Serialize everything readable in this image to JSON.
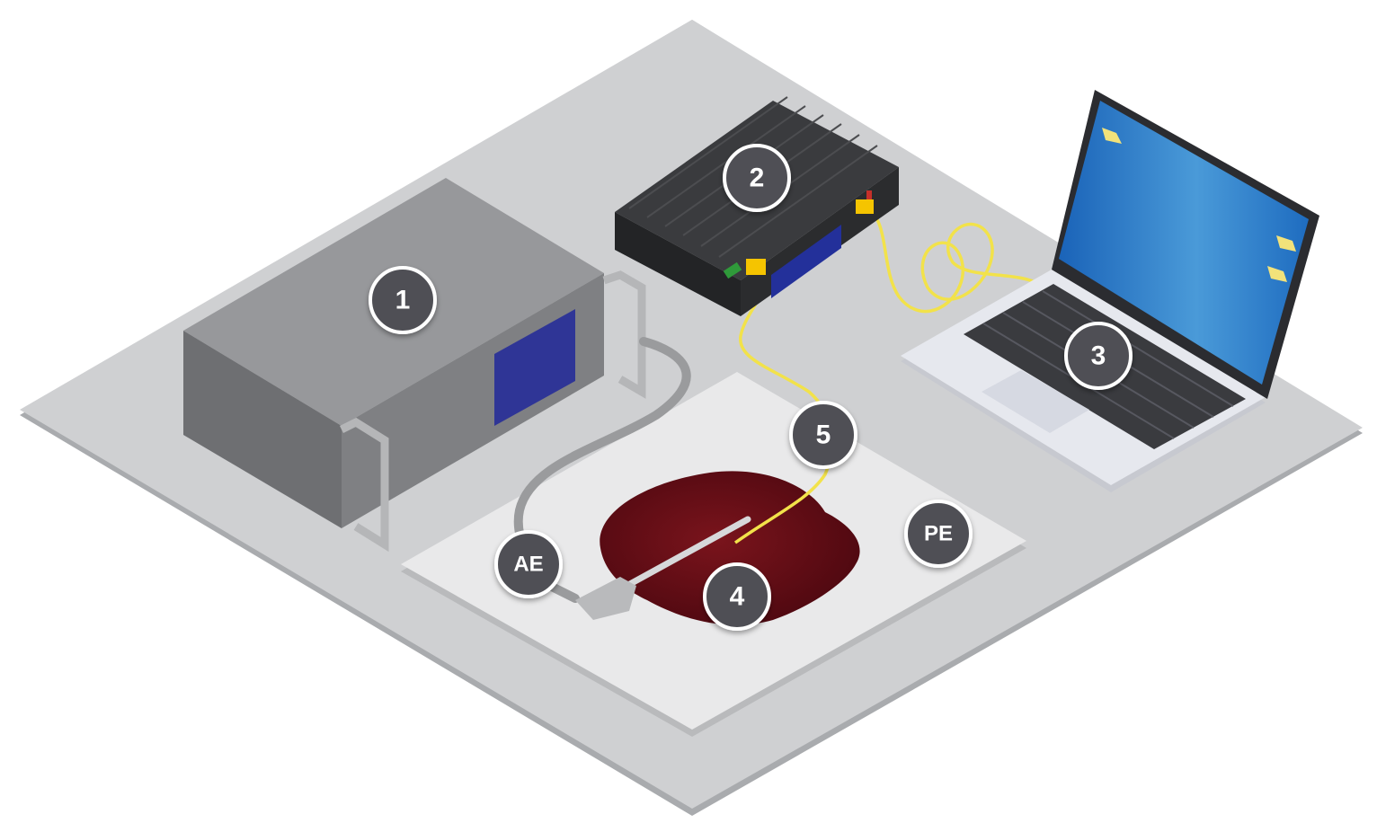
{
  "labels": {
    "generator": "1",
    "interrogator": "2",
    "laptop": "3",
    "tissue": "4",
    "fiber": "5",
    "active_electrode": "AE",
    "passive_electrode": "PE"
  },
  "colors": {
    "floor": "#cfd0d2",
    "floor_edge": "#a9abae",
    "pad": "#e9e9ea",
    "generator_body": "#8b8c8f",
    "generator_screen": "#2f3596",
    "interrogator_body": "#2e2f31",
    "interrogator_screen": "#23309a",
    "connector": "#f5c400",
    "fiber": "#f2e24a",
    "cable": "#9a9b9d",
    "tissue": "#5e0a12",
    "laptop_screen": "#1f6fc4",
    "laptop_body": "#e6e8ee",
    "badge": "#4f5054"
  },
  "icons": [
    "folder-icon",
    "folder-icon",
    "folder-icon"
  ]
}
